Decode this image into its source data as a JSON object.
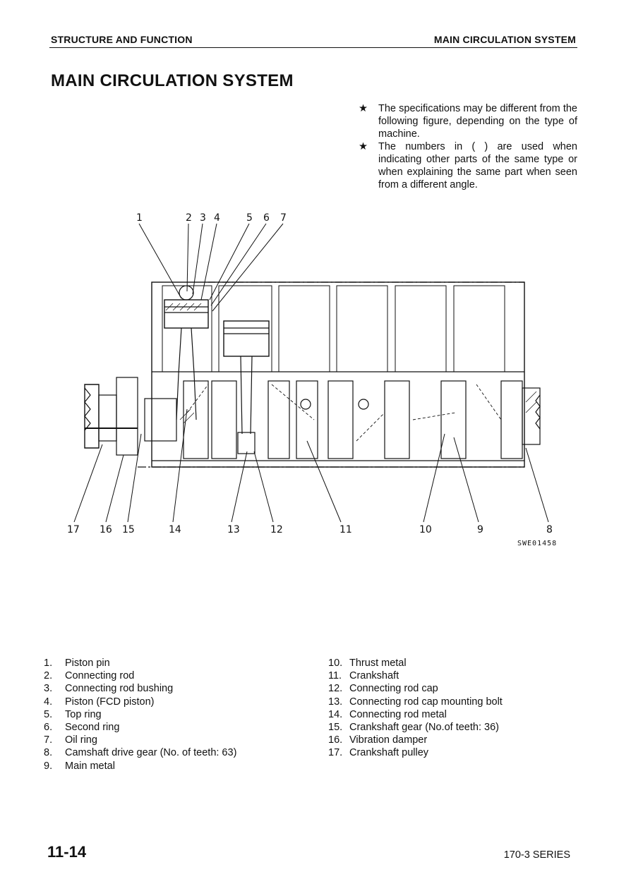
{
  "header": {
    "left": "STRUCTURE AND FUNCTION",
    "right": "MAIN CIRCULATION SYSTEM"
  },
  "title": "MAIN CIRCULATION SYSTEM",
  "notes": [
    {
      "symbol": "★",
      "text": "The specifications may be different from the following figure, depending on the type of machine."
    },
    {
      "symbol": "★",
      "text": "The numbers in (  ) are used when indicating other parts of the same type or when explaining the same part when seen from a different angle."
    }
  ],
  "figure": {
    "code": "SWE01458",
    "top_labels": [
      "1",
      "2",
      "3",
      "4",
      "5",
      "6",
      "7"
    ],
    "bottom_labels": [
      "17",
      "16",
      "15",
      "14",
      "13",
      "12",
      "11",
      "10",
      "9",
      "8"
    ]
  },
  "parts_left": [
    {
      "num": "1.",
      "name": "Piston pin"
    },
    {
      "num": "2.",
      "name": "Connecting rod"
    },
    {
      "num": "3.",
      "name": "Connecting rod bushing"
    },
    {
      "num": "4.",
      "name": "Piston (FCD piston)"
    },
    {
      "num": "5.",
      "name": "Top ring"
    },
    {
      "num": "6.",
      "name": "Second ring"
    },
    {
      "num": "7.",
      "name": "Oil ring"
    },
    {
      "num": "8.",
      "name": "Camshaft drive gear (No. of teeth: 63)"
    },
    {
      "num": "9.",
      "name": "Main metal"
    }
  ],
  "parts_right": [
    {
      "num": "10.",
      "name": "Thrust metal"
    },
    {
      "num": "11.",
      "name": "Crankshaft"
    },
    {
      "num": "12.",
      "name": "Connecting rod cap"
    },
    {
      "num": "13.",
      "name": "Connecting rod cap mounting bolt"
    },
    {
      "num": "14.",
      "name": "Connecting rod metal"
    },
    {
      "num": "15.",
      "name": "Crankshaft gear (No.of teeth: 36)"
    },
    {
      "num": "16.",
      "name": "Vibration damper"
    },
    {
      "num": "17.",
      "name": "Crankshaft pulley"
    }
  ],
  "footer": {
    "page": "11-14",
    "series": "170-3 SERIES"
  }
}
